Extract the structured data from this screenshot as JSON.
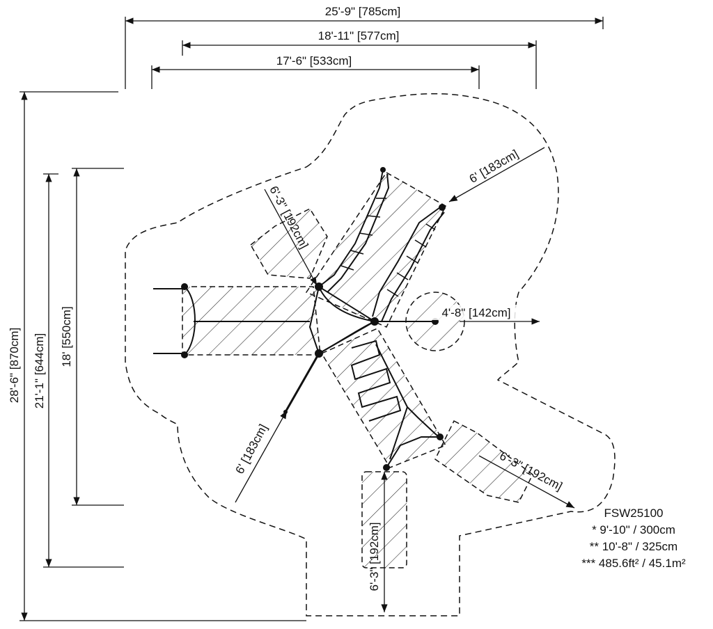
{
  "dimensions": {
    "overall_width": "25'-9\" [785cm]",
    "width_2": "18'-11\" [577cm]",
    "width_3": "17'-6\" [533cm]",
    "overall_depth": "28'-6\" [870cm]",
    "depth_2": "21'-1\" [644cm]",
    "depth_3": "18' [550cm]",
    "zone_upper_left": "6'-3\" [192cm]",
    "zone_upper_right": "6' [183cm]",
    "zone_lower_left": "6' [183cm]",
    "zone_right": "4'-8\" [142cm]",
    "zone_lower_right": "6'-3\" [192cm]",
    "zone_bottom": "6'-3\" [192cm]"
  },
  "specs": {
    "model": "FSW25100",
    "line1": "* 9'-10\" / 300cm",
    "line2": "** 10'-8\" / 325cm",
    "line3": "*** 485.6ft² / 45.1m²"
  }
}
